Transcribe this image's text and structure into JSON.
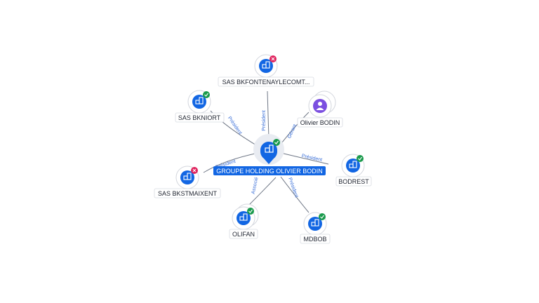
{
  "center": {
    "name": "GROUPE HOLDING OLIVIER BODIN",
    "icon": "company-icon",
    "status": "active"
  },
  "nodes": [
    {
      "id": "bkfontenay",
      "label": "SAS BKFONTENAYLECOMT...",
      "icon": "company-icon",
      "status": "closed"
    },
    {
      "id": "bkniort",
      "label": "SAS BKNIORT",
      "icon": "company-icon",
      "status": "active"
    },
    {
      "id": "olivier",
      "label": "Olivier BODIN",
      "icon": "person-icon",
      "status": "none"
    },
    {
      "id": "bodrest",
      "label": "BODREST",
      "icon": "company-icon",
      "status": "active"
    },
    {
      "id": "bkstmaixent",
      "label": "SAS BKSTMAIXENT",
      "icon": "company-icon",
      "status": "closed"
    },
    {
      "id": "olifan",
      "label": "OLIFAN",
      "icon": "company-icon",
      "status": "active"
    },
    {
      "id": "mdbob",
      "label": "MDBOB",
      "icon": "company-icon",
      "status": "active"
    }
  ],
  "edges": [
    {
      "to": "bkfontenay",
      "label": "Président"
    },
    {
      "to": "bkniort",
      "label": "Président"
    },
    {
      "to": "olivier",
      "label": "Gérant"
    },
    {
      "to": "bodrest",
      "label": "Président"
    },
    {
      "to": "bkstmaixent",
      "label": "Président"
    },
    {
      "to": "olifan",
      "label": "Associé"
    },
    {
      "to": "mdbob",
      "label": "Président"
    }
  ],
  "colors": {
    "accent": "#1266e3",
    "active_badge": "#1a9a4c",
    "closed_badge": "#e0245e",
    "person": "#7b4fe0",
    "edge_label": "#3a6fd8"
  }
}
